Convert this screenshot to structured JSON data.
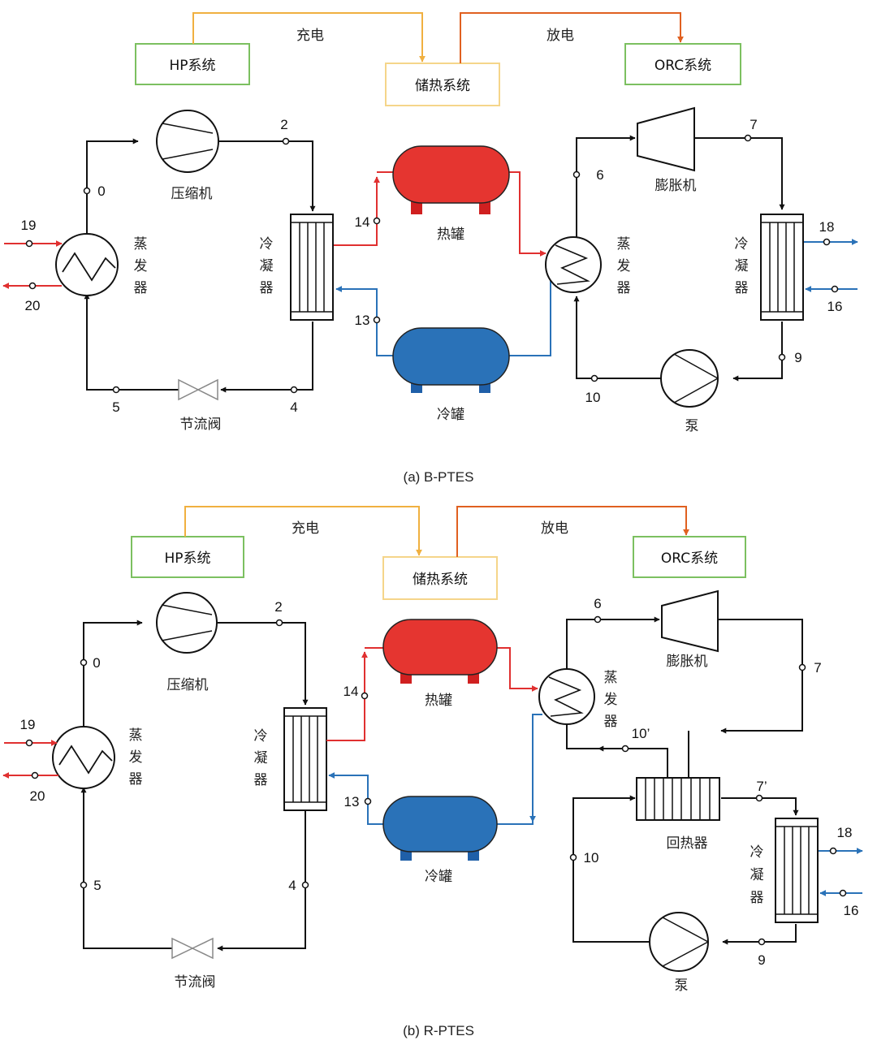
{
  "colors": {
    "hot": "#e03030",
    "cold": "#2a72b8",
    "line": "#111111",
    "charge": "#f0b040",
    "discharge": "#e06020",
    "sys_green": "#7cc060",
    "sys_yellow": "#f5d58a"
  },
  "a": {
    "caption": "(a) B-PTES",
    "hp_system": "HP系统",
    "storage_system": "储热系统",
    "orc_system": "ORC系统",
    "charge": "充电",
    "discharge": "放电",
    "compressor": "压缩机",
    "evaporator_l": [
      "蒸",
      "发",
      "器"
    ],
    "condenser_l": [
      "冷",
      "凝",
      "器"
    ],
    "throttle": "节流阀",
    "hot_tank": "热罐",
    "cold_tank": "冷罐",
    "evaporator_r": [
      "蒸",
      "发",
      "器"
    ],
    "expander": "膨胀机",
    "condenser_r": [
      "冷",
      "凝",
      "器"
    ],
    "pump": "泵",
    "points": {
      "p0": "0",
      "p2": "2",
      "p4": "4",
      "p5": "5",
      "p19": "19",
      "p20": "20",
      "p14": "14",
      "p13": "13",
      "p6": "6",
      "p7": "7",
      "p18": "18",
      "p16": "16",
      "p9": "9",
      "p10": "10"
    }
  },
  "b": {
    "caption": "(b) R-PTES",
    "hp_system": "HP系统",
    "storage_system": "储热系统",
    "orc_system": "ORC系统",
    "charge": "充电",
    "discharge": "放电",
    "compressor": "压缩机",
    "evaporator_l": [
      "蒸",
      "发",
      "器"
    ],
    "condenser_l": [
      "冷",
      "凝",
      "器"
    ],
    "throttle": "节流阀",
    "hot_tank": "热罐",
    "cold_tank": "冷罐",
    "evaporator_r": [
      "蒸",
      "发",
      "器"
    ],
    "expander": "膨胀机",
    "regenerator": "回热器",
    "condenser_r": [
      "冷",
      "凝",
      "器"
    ],
    "pump": "泵",
    "points": {
      "p0": "0",
      "p2": "2",
      "p4": "4",
      "p5": "5",
      "p19": "19",
      "p20": "20",
      "p14": "14",
      "p13": "13",
      "p6": "6",
      "p7": "7",
      "p10p": "10’",
      "p7p": "7’",
      "p18": "18",
      "p16": "16",
      "p9": "9",
      "p10": "10"
    }
  }
}
